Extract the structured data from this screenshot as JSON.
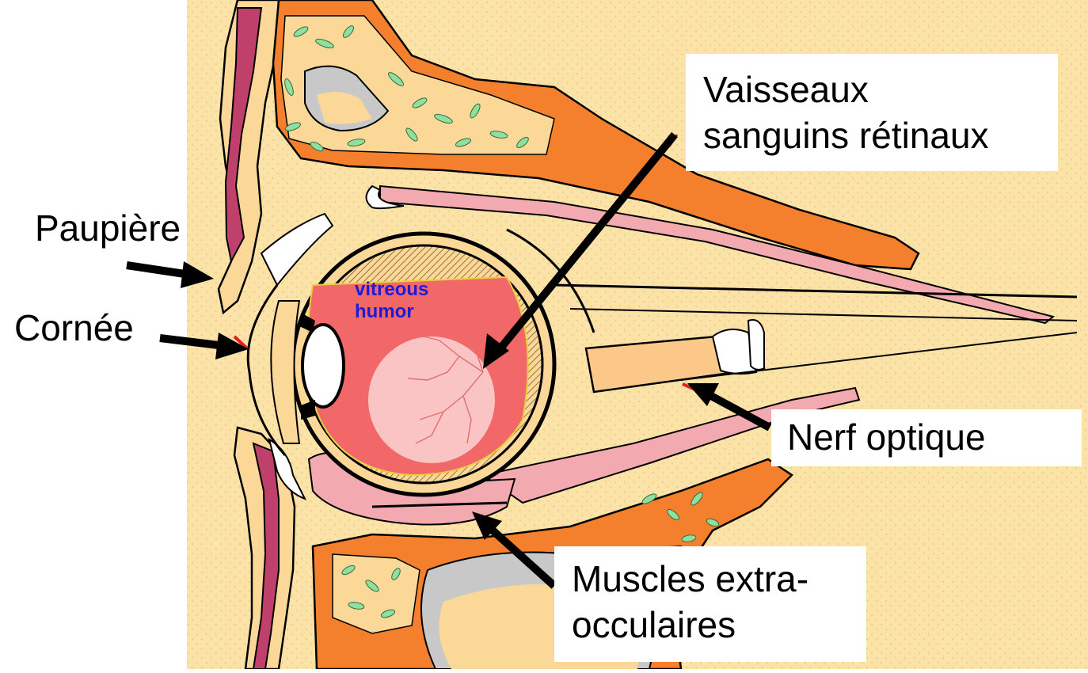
{
  "diagram": {
    "labels": {
      "paupiere": "Paupière",
      "cornee": "Cornée",
      "vaisseaux_line1": "Vaisseaux",
      "vaisseaux_line2": "sanguins rétinaux",
      "nerf": "Nerf optique",
      "muscles_line1": "Muscles extra-",
      "muscles_line2": "occulaires",
      "vitreous_line1": "vitreous",
      "vitreous_line2": "humor"
    },
    "colors": {
      "background": "#fbe3a8",
      "tissue": "#fbd898",
      "bone_orange": "#f47f2c",
      "pink_muscle": "#f2aab0",
      "skin_magenta": "#c0406c",
      "vitreous_red": "#f26868",
      "retina_pink": "#fbc4c4",
      "green_marrow": "#8ee0a0",
      "sinus_gray": "#c8c8c8",
      "arrow": "#000000",
      "label_text": "#000000",
      "vitreous_text": "#1b1bd8"
    }
  }
}
